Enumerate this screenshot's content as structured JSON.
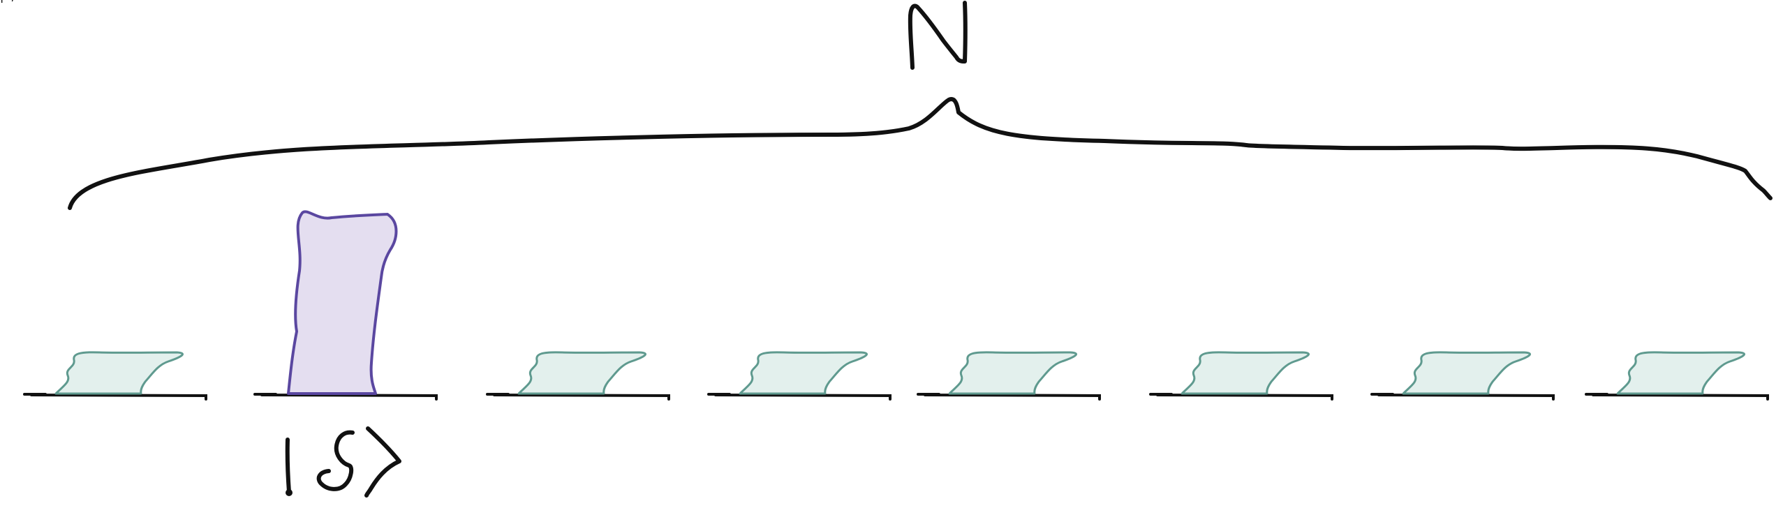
{
  "labels": {
    "total": "N",
    "state": "|S⟩"
  },
  "diagram": {
    "box_count": 8,
    "highlighted_index": 1,
    "colors": {
      "ink": "#111111",
      "small_fill": "#e3f0ed",
      "small_stroke": "#5f9a8f",
      "tall_fill": "#e4def0",
      "tall_stroke": "#5a47a0"
    }
  }
}
